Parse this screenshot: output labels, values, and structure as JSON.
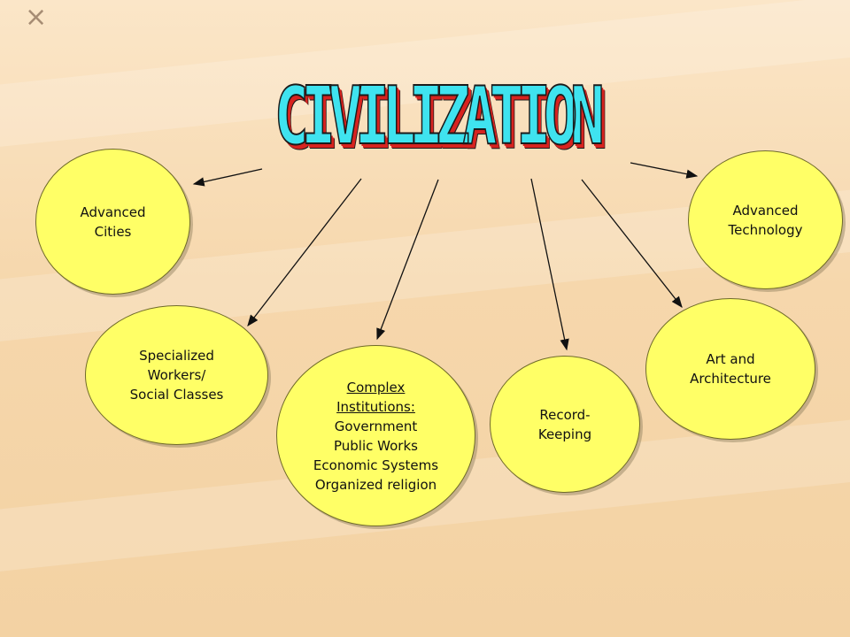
{
  "title": "CIVILIZATION",
  "corner_mark": "×",
  "nodes": {
    "advanced_cities": [
      "Advanced",
      "Cities"
    ],
    "advanced_technology": [
      "Advanced",
      "Technology"
    ],
    "specialized_workers": [
      "Specialized",
      "Workers/",
      "Social Classes"
    ],
    "complex_institutions": [
      "Complex",
      "Institutions:",
      "Government",
      "Public Works",
      "Economic Systems",
      "Organized religion"
    ],
    "record_keeping": [
      "Record-",
      "Keeping"
    ],
    "art_architecture": [
      "Art and",
      "Architecture"
    ]
  },
  "colors": {
    "node_fill": "#ffff66",
    "title_fill": "#3fe3ef",
    "title_shadow": "#d7231f",
    "background": "#f6d7ac"
  }
}
